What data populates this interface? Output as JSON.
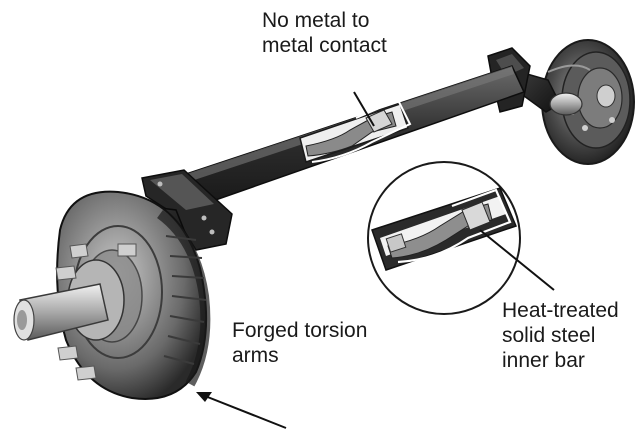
{
  "callouts": {
    "no_contact": [
      "No metal to",
      "metal contact"
    ],
    "inner_bar": [
      "Heat-treated",
      "solid steel",
      "inner bar"
    ],
    "torsion_arms": [
      "Forged torsion",
      "arms"
    ]
  }
}
